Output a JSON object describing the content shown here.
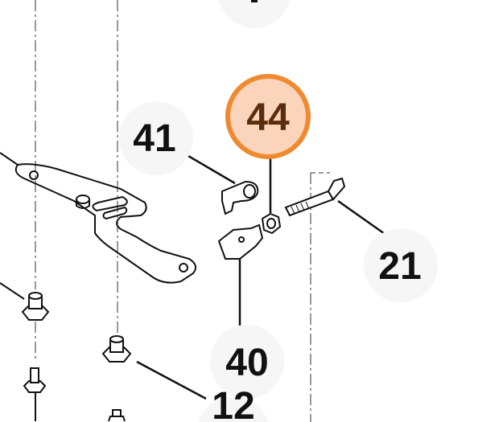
{
  "callouts": {
    "part_41": "41",
    "part_44": "44",
    "part_21": "21",
    "part_40": "40",
    "part_12": "12"
  },
  "colors": {
    "highlight_fill": "#fbd5bb",
    "highlight_stroke": "#f08a30",
    "highlight_text": "#5a2d0e",
    "callout_bg": "#f6f6f6"
  }
}
